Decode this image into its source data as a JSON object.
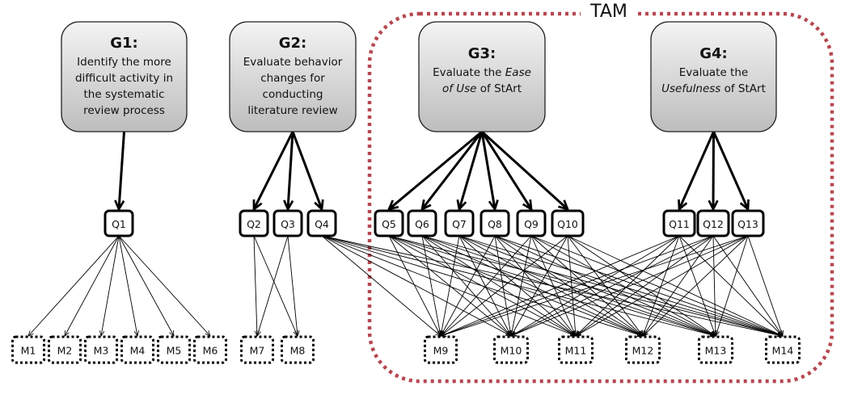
{
  "title": "GQM model of the StArt evaluation",
  "tam_group": {
    "label": "TAM",
    "color": "#b5474f",
    "members": [
      "G3",
      "G4"
    ]
  },
  "goals": [
    {
      "id": "G1",
      "heading": "G1:",
      "lines": [
        [
          {
            "t": "Identify the more"
          }
        ],
        [
          {
            "t": "difficult activity in"
          }
        ],
        [
          {
            "t": "the systematic"
          }
        ],
        [
          {
            "t": "review process"
          }
        ]
      ]
    },
    {
      "id": "G2",
      "heading": "G2:",
      "lines": [
        [
          {
            "t": "Evaluate behavior"
          }
        ],
        [
          {
            "t": "changes for"
          }
        ],
        [
          {
            "t": "conducting"
          }
        ],
        [
          {
            "t": "literature review"
          }
        ]
      ]
    },
    {
      "id": "G3",
      "heading": "G3:",
      "lines": [
        [
          {
            "t": "Evaluate the "
          },
          {
            "t": "Ease",
            "i": true
          }
        ],
        [
          {
            "t": "of Use",
            "i": true
          },
          {
            "t": " of StArt"
          }
        ]
      ]
    },
    {
      "id": "G4",
      "heading": "G4:",
      "lines": [
        [
          {
            "t": "Evaluate the"
          }
        ],
        [
          {
            "t": "Usefulness",
            "i": true
          },
          {
            "t": " of StArt"
          }
        ]
      ]
    }
  ],
  "questions": [
    "Q1",
    "Q2",
    "Q3",
    "Q4",
    "Q5",
    "Q6",
    "Q7",
    "Q8",
    "Q9",
    "Q10",
    "Q11",
    "Q12",
    "Q13"
  ],
  "metrics": [
    "M1",
    "M2",
    "M3",
    "M4",
    "M5",
    "M6",
    "M7",
    "M8",
    "M9",
    "M10",
    "M11",
    "M12",
    "M13",
    "M14"
  ],
  "goal_question_links": {
    "G1": [
      "Q1"
    ],
    "G2": [
      "Q2",
      "Q3",
      "Q4"
    ],
    "G3": [
      "Q5",
      "Q6",
      "Q7",
      "Q8",
      "Q9",
      "Q10"
    ],
    "G4": [
      "Q11",
      "Q12",
      "Q13"
    ]
  },
  "question_metric_links": {
    "Q1": [
      "M1",
      "M2",
      "M3",
      "M4",
      "M5",
      "M6"
    ],
    "Q2": [
      "M7",
      "M8"
    ],
    "Q3": [
      "M7",
      "M8"
    ],
    "Q4": [
      "M9",
      "M10",
      "M11",
      "M12",
      "M13",
      "M14"
    ],
    "Q5": [
      "M9",
      "M10",
      "M11",
      "M12",
      "M13",
      "M14"
    ],
    "Q6": [
      "M9",
      "M10",
      "M11",
      "M12",
      "M13",
      "M14"
    ],
    "Q7": [
      "M9",
      "M10",
      "M11",
      "M12",
      "M13",
      "M14"
    ],
    "Q8": [
      "M9",
      "M10",
      "M11",
      "M12",
      "M13",
      "M14"
    ],
    "Q9": [
      "M9",
      "M10",
      "M11",
      "M12",
      "M13",
      "M14"
    ],
    "Q10": [
      "M9",
      "M10",
      "M11",
      "M12",
      "M13",
      "M14"
    ],
    "Q11": [
      "M9",
      "M10",
      "M11",
      "M12",
      "M13",
      "M14"
    ],
    "Q12": [
      "M9",
      "M10",
      "M11",
      "M12",
      "M13",
      "M14"
    ],
    "Q13": [
      "M9",
      "M10",
      "M11",
      "M12",
      "M13",
      "M14"
    ]
  }
}
